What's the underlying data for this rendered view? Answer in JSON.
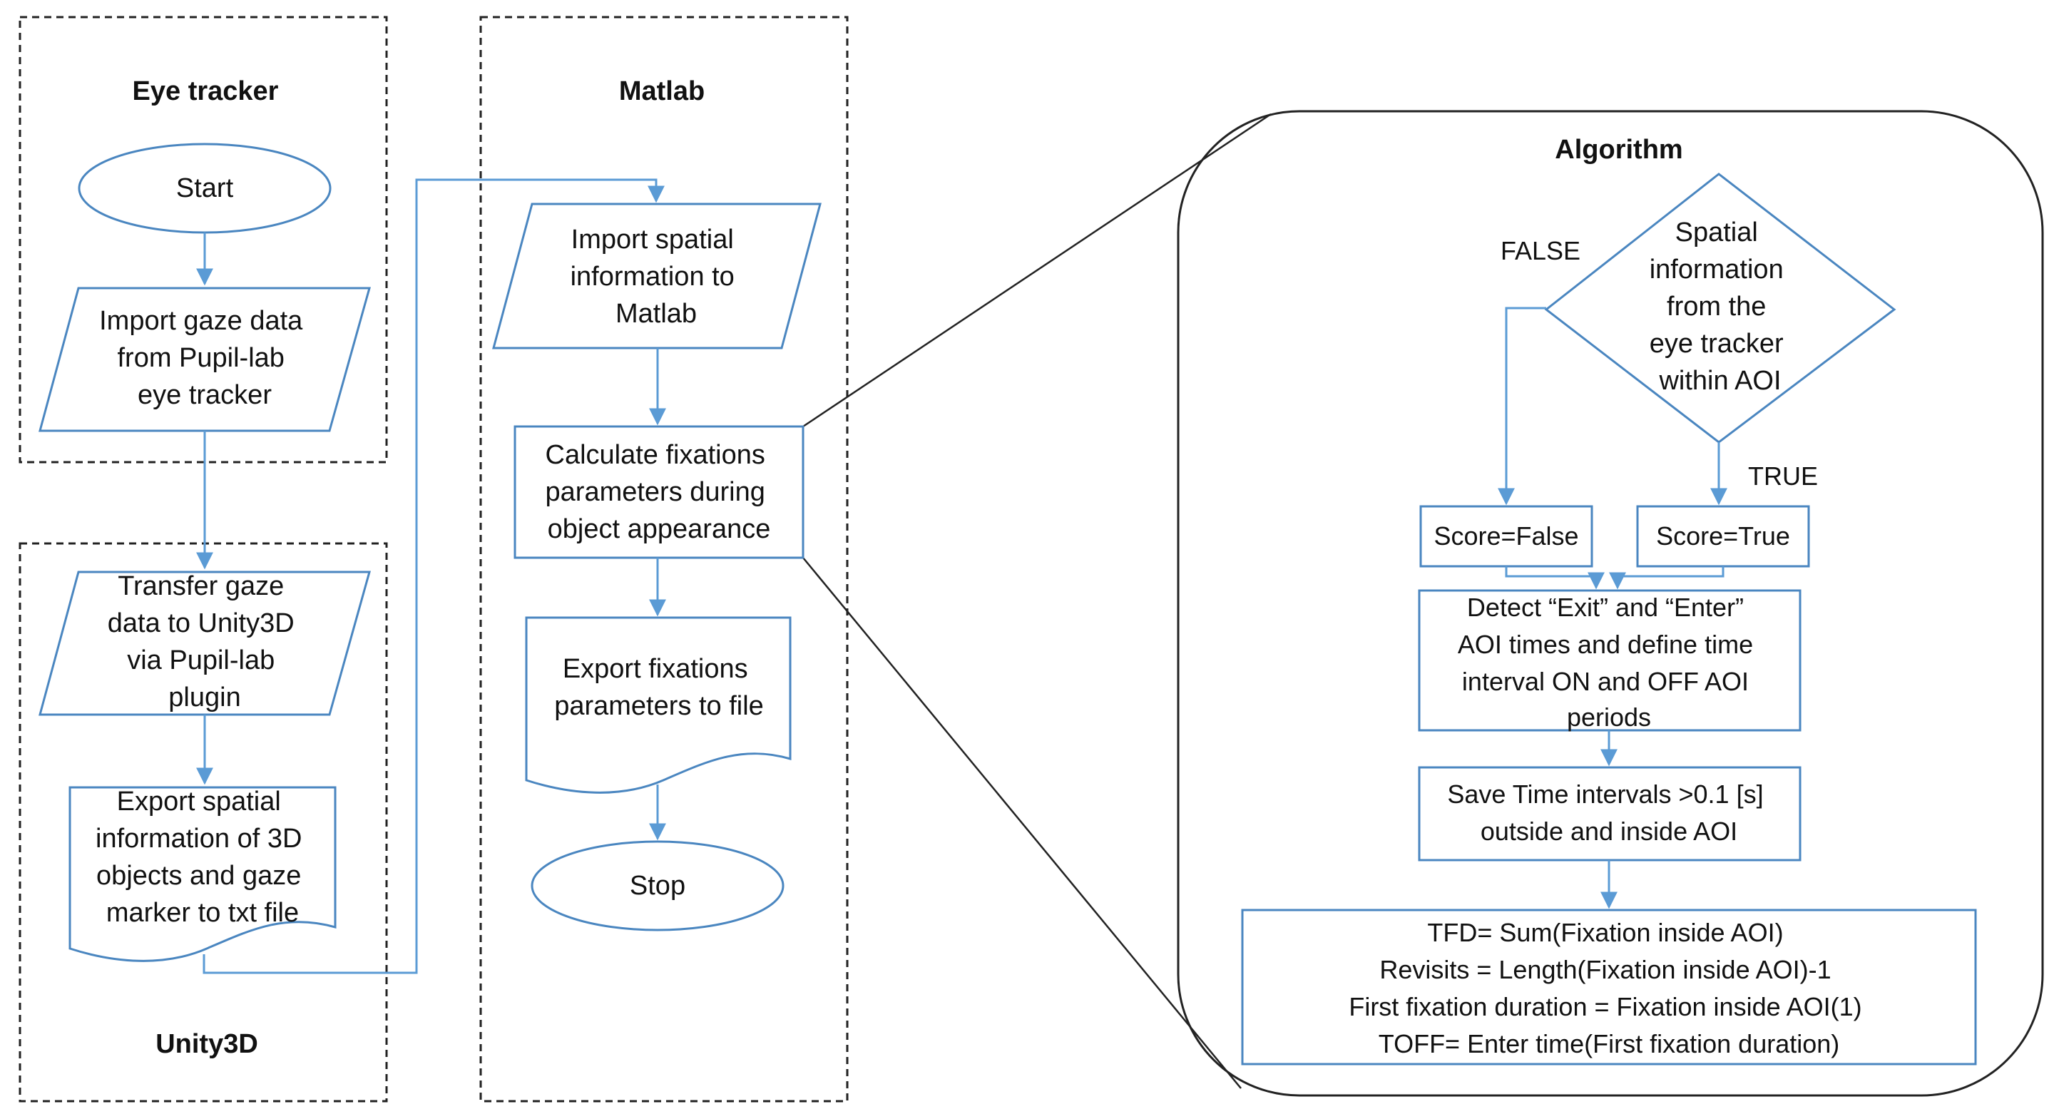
{
  "sections": {
    "eye_tracker": "Eye tracker",
    "matlab": "Matlab",
    "unity3d": "Unity3D",
    "algorithm": "Algorithm"
  },
  "nodes": {
    "start": "Start",
    "import_gaze": [
      "Import gaze data",
      "from Pupil-lab",
      "eye tracker"
    ],
    "transfer_gaze": [
      "Transfer gaze",
      "data to Unity3D",
      "via Pupil-lab",
      "plugin"
    ],
    "export_spatial": [
      "Export spatial",
      "information of 3D",
      "objects and gaze",
      "marker to txt file"
    ],
    "import_spatial": [
      "Import spatial",
      "information to",
      "Matlab"
    ],
    "calculate": [
      "Calculate fixations",
      "parameters during",
      "object appearance"
    ],
    "export_fix": [
      "Export fixations",
      "parameters to file"
    ],
    "stop": "Stop",
    "decision": [
      "Spatial",
      "information",
      "from the",
      "eye tracker",
      "within AOI"
    ],
    "false_label": "FALSE",
    "true_label": "TRUE",
    "score_false": "Score=False",
    "score_true": "Score=True",
    "detect": [
      "Detect “Exit” and “Enter”",
      "AOI times and define time",
      "interval ON and OFF AOI",
      "periods"
    ],
    "save": [
      "Save Time intervals >0.1 [s]",
      "outside and inside AOI"
    ],
    "formulas": [
      "TFD= Sum(Fixation inside  AOI)",
      "Revisits = Length(Fixation inside  AOI)-1",
      "First fixation duration = Fixation inside AOI(1)",
      "TOFF= Enter time(First fixation duration)"
    ]
  },
  "colors": {
    "shape_stroke": "#4a86c0",
    "arrow": "#5b9bd5",
    "text": "#111111"
  }
}
